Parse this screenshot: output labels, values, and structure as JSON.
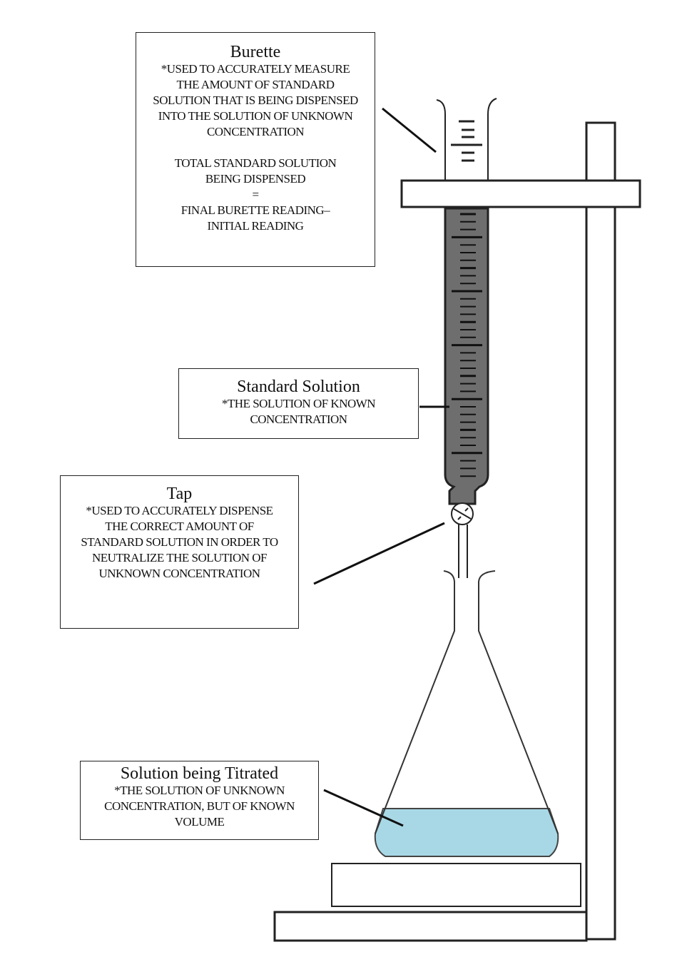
{
  "labels": {
    "burette": {
      "title": "Burette",
      "desc": "*USED TO ACCURATELY MEASURE THE AMOUNT OF STANDARD SOLUTION THAT IS BEING DISPENSED INTO THE SOLUTION OF UNKNOWN CONCENTRATION",
      "formula_line1": "TOTAL STANDARD SOLUTION BEING DISPENSED",
      "formula_eq": "=",
      "formula_line2": "FINAL BURETTE READING– INITIAL READING"
    },
    "standard_solution": {
      "title": "Standard Solution",
      "desc": "*THE SOLUTION OF KNOWN CONCENTRATION"
    },
    "tap": {
      "title": "Tap",
      "desc": "*USED TO ACCURATELY DISPENSE THE CORRECT AMOUNT OF STANDARD SOLUTION IN ORDER TO NEUTRALIZE THE SOLUTION OF UNKNOWN CONCENTRATION"
    },
    "solution_titrated": {
      "title": "Solution being Titrated",
      "desc": "*THE SOLUTION OF UNKNOWN CONCENTRATION, BUT OF KNOWN VOLUME"
    }
  },
  "colors": {
    "standard_solution": "#6e6e6e",
    "titrated_solution": "#a8d8e6",
    "outline": "#222222"
  }
}
